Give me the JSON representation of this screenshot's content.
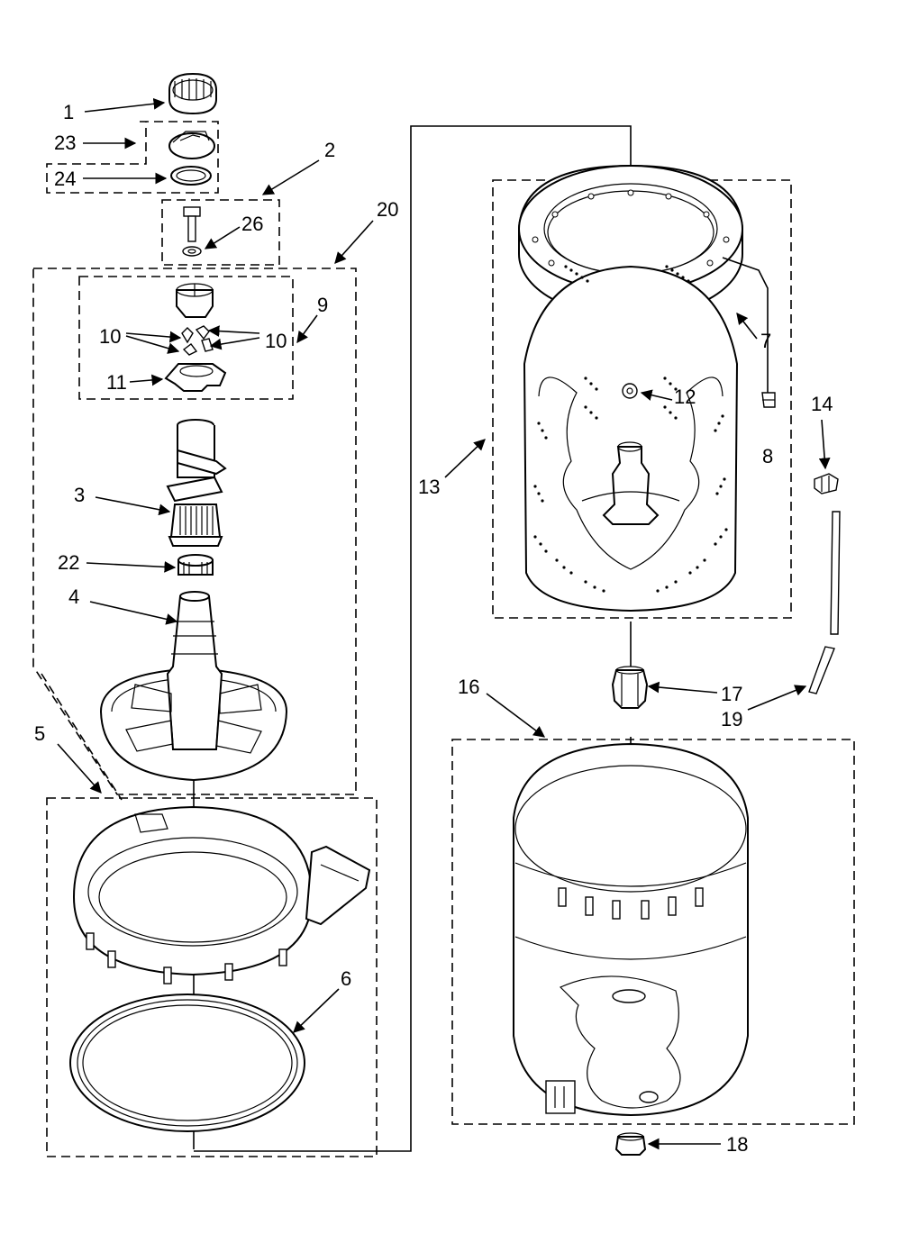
{
  "callouts": {
    "c1": "1",
    "c2": "2",
    "c3": "3",
    "c4": "4",
    "c5": "5",
    "c6": "6",
    "c7": "7",
    "c8": "8",
    "c9": "9",
    "c10a": "10",
    "c10b": "10",
    "c11": "11",
    "c12": "12",
    "c13": "13",
    "c14": "14",
    "c16": "16",
    "c17": "17",
    "c18": "18",
    "c19": "19",
    "c20": "20",
    "c22": "22",
    "c23": "23",
    "c24": "24",
    "c26": "26"
  }
}
